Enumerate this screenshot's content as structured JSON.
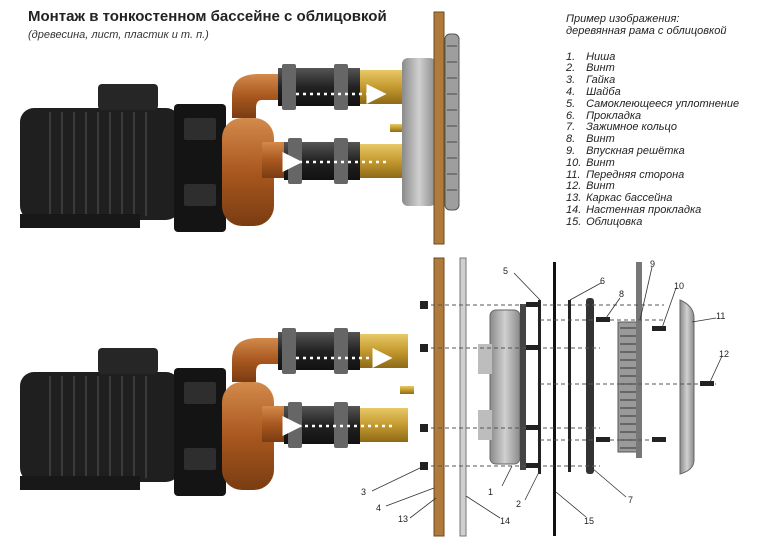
{
  "title": "Монтаж в тонкостенном бассейне с облицовкой",
  "subtitle": "(древесина, лист, пластик и т. п.)",
  "legend": {
    "heading_line1": "Пример изображения:",
    "heading_line2": "деревянная рама с облицовкой",
    "items": [
      {
        "num": "1.",
        "label": "Ниша"
      },
      {
        "num": "2.",
        "label": "Винт"
      },
      {
        "num": "3.",
        "label": "Гайка"
      },
      {
        "num": "4.",
        "label": "Шайба"
      },
      {
        "num": "5.",
        "label": "Самоклеющееся уплотнение"
      },
      {
        "num": "6.",
        "label": "Прокладка"
      },
      {
        "num": "7.",
        "label": "Зажимное кольцо"
      },
      {
        "num": "8.",
        "label": "Винт"
      },
      {
        "num": "9.",
        "label": "Впускная решётка"
      },
      {
        "num": "10.",
        "label": "Винт"
      },
      {
        "num": "11.",
        "label": "Передняя сторона"
      },
      {
        "num": "12.",
        "label": "Винт"
      },
      {
        "num": "13.",
        "label": "Каркас бассейна"
      },
      {
        "num": "14.",
        "label": "Настенная прокладка"
      },
      {
        "num": "15.",
        "label": "Облицовка"
      }
    ]
  },
  "callouts": [
    "1",
    "2",
    "3",
    "4",
    "5",
    "6",
    "7",
    "8",
    "9",
    "10",
    "11",
    "12",
    "13",
    "14",
    "15"
  ],
  "colors": {
    "motor": "#1e1e1e",
    "pump_copper": "#b0642a",
    "hose": "#2a2a2a",
    "brass": "#c9a03a",
    "wood": "#b07a3c",
    "flange": "#a9a9a9"
  }
}
